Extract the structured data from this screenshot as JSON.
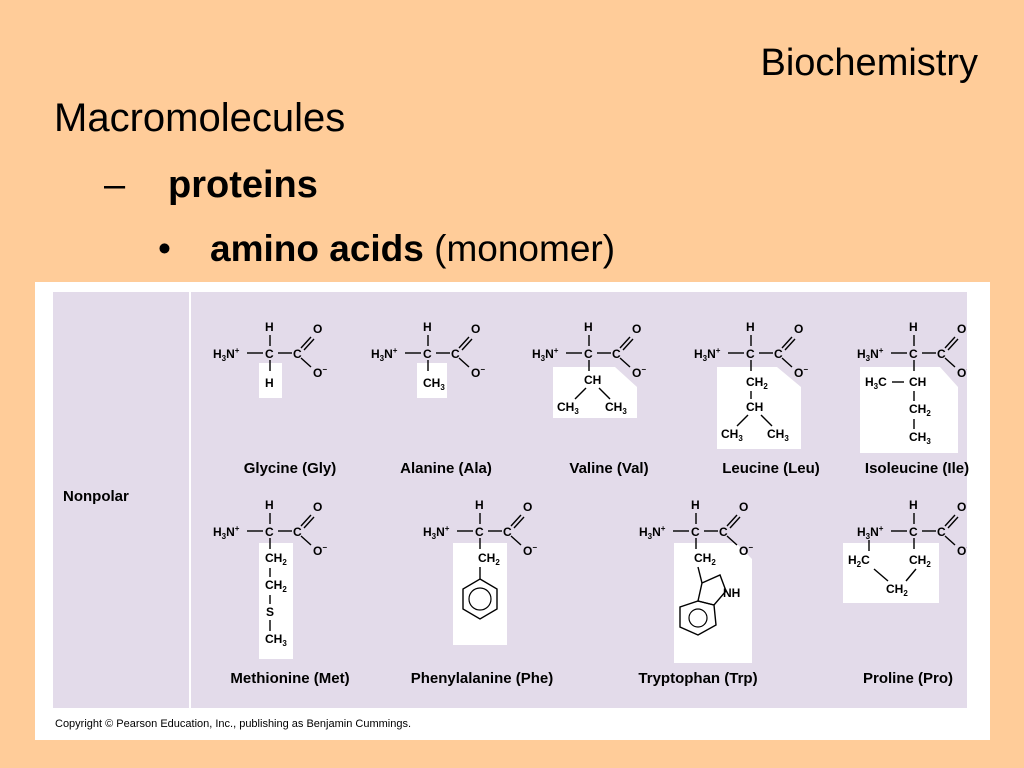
{
  "slide": {
    "header": "Biochemistry",
    "title": "Macromolecules",
    "bullet_mark": "–",
    "bullet1": "proteins",
    "bullet2_mark": "•",
    "bullet2_bold": "amino acids",
    "bullet2_rest": " (monomer)"
  },
  "figure": {
    "group_label": "Nonpolar",
    "copyright": "Copyright © Pearson Education, Inc., publishing as Benjamin Cummings.",
    "amino_acids": [
      {
        "name": "Glycine (Gly)",
        "side_chain": "H"
      },
      {
        "name": "Alanine (Ala)",
        "side_chain": "CH3"
      },
      {
        "name": "Valine (Val)",
        "side_chain": "CH(CH3)2"
      },
      {
        "name": "Leucine (Leu)",
        "side_chain": "CH2-CH(CH3)2"
      },
      {
        "name": "Isoleucine (Ile)",
        "side_chain": "CH(CH3)-CH2-CH3"
      },
      {
        "name": "Methionine (Met)",
        "side_chain": "CH2-CH2-S-CH3"
      },
      {
        "name": "Phenylalanine (Phe)",
        "side_chain": "CH2-phenyl"
      },
      {
        "name": "Tryptophan (Trp)",
        "side_chain": "CH2-indole"
      },
      {
        "name": "Proline (Pro)",
        "side_chain": "ring"
      }
    ]
  },
  "colors": {
    "slide_bg": "#ffcc99",
    "panel_bg": "#e3dbea",
    "side_chain_box": "#ffffff"
  }
}
